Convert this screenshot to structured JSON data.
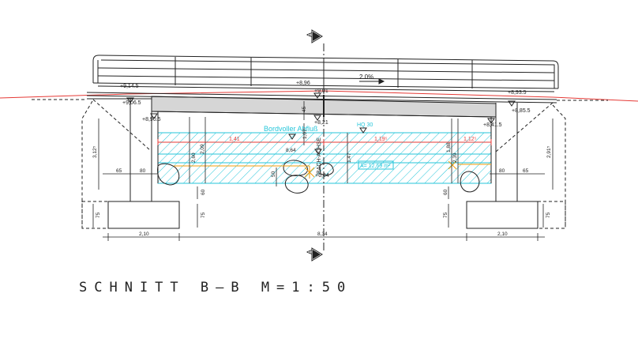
{
  "title": "SCHNITT  B–B  M=1:50",
  "section_marker": "A",
  "slope": "2.0%",
  "water_label": "Bordvoller Abfluß",
  "hq_label": "HQ 30",
  "area_label": "A= 12,69 m²",
  "axis_label": "BACH-ACHSE",
  "colors": {
    "water": "#26c6da",
    "terrain": "#e53935",
    "red_dim": "#e53935",
    "orange": "#f59e0b",
    "line": "#222222"
  },
  "levels": {
    "left_deck": "+9,14.5",
    "left_bearing": "+9,06.5",
    "left_lower": "+8,90.5",
    "center_top": "+8,96",
    "center_mid": "+9,01",
    "center_low": "+8,21",
    "center_bed": "+6,84",
    "right_top": "+8,93.5",
    "right_bearing": "+8,85.5",
    "right_lower": "+8,41.5"
  },
  "dims": {
    "left_total": "3,12⁵",
    "right_total": "2,91⁵",
    "red_left": "1,41",
    "red_mid": "1,19⁵",
    "red_right": "1,12⁵",
    "width_inner": "8,64",
    "left_abut_h": "2,09",
    "left_abut_h2": "2,60",
    "right_abut_h": "1,88",
    "right_abut_h2": "2,39",
    "orange_h": "50",
    "left_65": "65",
    "left_80": "80",
    "right_80": "80",
    "right_65": "65",
    "left_60": "60",
    "right_60": "60",
    "left_75": "75",
    "left_75b": "75",
    "right_75": "75",
    "right_75b": "75",
    "center_45": "45",
    "center_107": "1,07",
    "center_147": "1,47",
    "span_left": "2,10",
    "span_center": "8,34",
    "span_right": "2,10"
  }
}
